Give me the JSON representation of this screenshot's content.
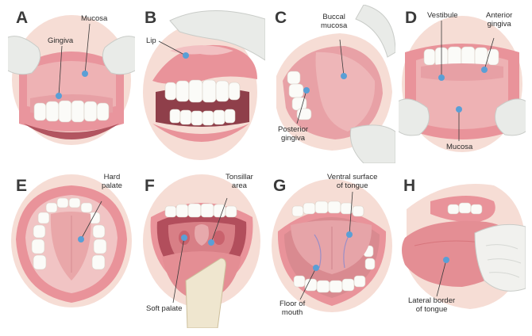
{
  "panels": [
    {
      "letter": "A",
      "labels": {
        "l1": "Mucosa",
        "l2": "Gingiva"
      }
    },
    {
      "letter": "B",
      "labels": {
        "l1": "Lip"
      }
    },
    {
      "letter": "C",
      "labels": {
        "l1": "Buccal\nmucosa",
        "l2": "Posterior\ngingiva"
      }
    },
    {
      "letter": "D",
      "labels": {
        "l1": "Vestibule",
        "l2": "Anterior\ngingiva",
        "l3": "Mucosa"
      }
    },
    {
      "letter": "E",
      "labels": {
        "l1": "Hard\npalate"
      }
    },
    {
      "letter": "F",
      "labels": {
        "l1": "Tonsillar\narea",
        "l2": "Soft palate"
      }
    },
    {
      "letter": "G",
      "labels": {
        "l1": "Ventral surface\nof tongue",
        "l2": "Floor of\nmouth"
      }
    },
    {
      "letter": "H",
      "labels": {
        "l1": "Lateral border\nof tongue"
      }
    }
  ],
  "colors": {
    "skin": "#f4d3cb",
    "lip": "#e9939a",
    "mucosa": "#e6a3a6",
    "tongue": "#e48e94",
    "tooth": "#fbfbf8",
    "glove": "#e9ebe8",
    "dot": "#5a9fd6",
    "leader": "#3a3a3a"
  }
}
